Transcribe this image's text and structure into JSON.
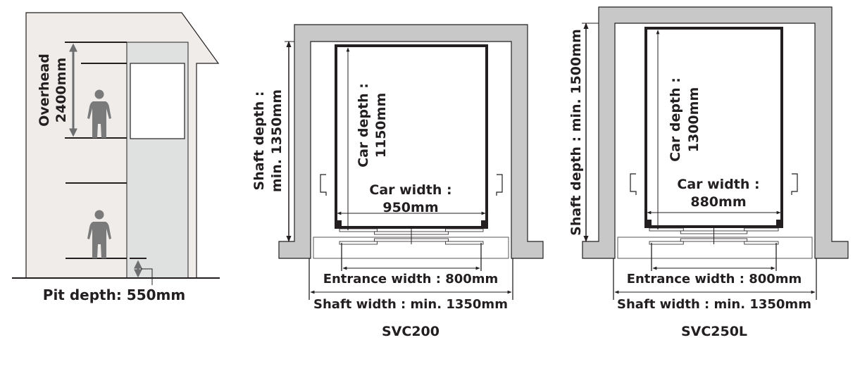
{
  "side_view": {
    "overhead_label": "Overhead",
    "overhead_value": "2400mm",
    "pit_label": "Pit depth: 550mm"
  },
  "models": [
    {
      "name": "SVC200",
      "shaft_depth_line1": "Shaft depth :",
      "shaft_depth_line2": "min. 1350mm",
      "car_depth_line1": "Car depth :",
      "car_depth_line2": "1150mm",
      "car_width_line1": "Car width :",
      "car_width_line2": "950mm",
      "entrance_width": "Entrance width : 800mm",
      "shaft_width": "Shaft width : min. 1350mm"
    },
    {
      "name": "SVC250L",
      "shaft_depth": "Shaft depth : min. 1500mm",
      "car_depth_line1": "Car depth :",
      "car_depth_line2": "1300mm",
      "car_width_line1": "Car width :",
      "car_width_line2": "880mm",
      "entrance_width": "Entrance width : 800mm",
      "shaft_width": "Shaft width : min. 1350mm"
    }
  ],
  "colors": {
    "wall": "#c8c8c8",
    "building": "#efecea",
    "shaft": "#dfe0e0",
    "line": "#231f20",
    "arrow_gray": "#6d6e70"
  }
}
